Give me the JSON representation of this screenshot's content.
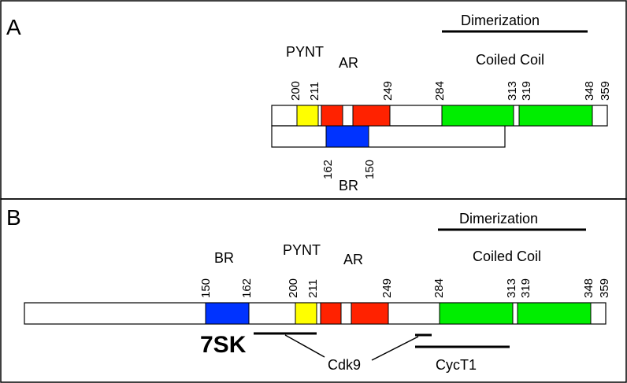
{
  "colors": {
    "pynt": "#ffff00",
    "ar": "#ff2200",
    "coiled_coil": "#00ee00",
    "br": "#0033ff",
    "sevenSK": "#ee3a1a"
  },
  "panel_a": {
    "label": "A",
    "dimerization": "Dimerization",
    "coiled_coil": "Coiled Coil",
    "pynt": "PYNT",
    "ar": "AR",
    "br": "BR",
    "top_numbers": [
      "200",
      "211",
      "249",
      "284",
      "313",
      "319",
      "348",
      "359"
    ],
    "bottom_numbers": [
      "162",
      "150"
    ]
  },
  "panel_b": {
    "label": "B",
    "dimerization": "Dimerization",
    "coiled_coil": "Coiled Coil",
    "pynt": "PYNT",
    "ar": "AR",
    "br": "BR",
    "numbers": [
      "150",
      "162",
      "200",
      "211",
      "249",
      "284",
      "313",
      "319",
      "348",
      "359"
    ],
    "sevenSK": "7SK",
    "cdk9": "Cdk9",
    "cyct1": "CycT1"
  }
}
